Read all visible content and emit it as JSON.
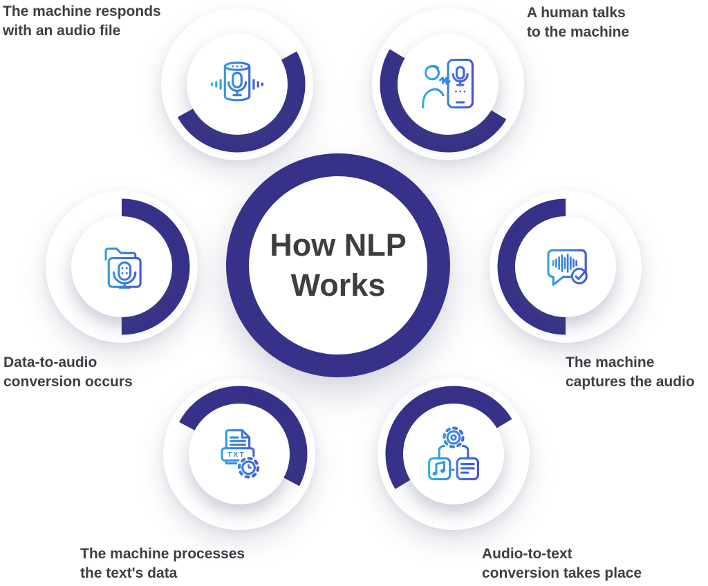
{
  "title": {
    "line1": "How NLP",
    "line2": "Works"
  },
  "colors": {
    "background": "#ffffff",
    "arc": "#373189",
    "center_ring": "#373189",
    "label_text": "#3F3E44",
    "title_text": "#3E3D42",
    "icon_gradient_start": "#2EB9E7",
    "icon_gradient_end": "#4447DC"
  },
  "icons": {
    "txt_label": "TXT"
  },
  "nodes": [
    {
      "position": "top-left",
      "icon": "smart-speaker-icon",
      "label": {
        "line1": "The machine responds",
        "line2": "with an audio file"
      }
    },
    {
      "position": "top-right",
      "icon": "human-talks-phone-icon",
      "label": {
        "line1": "A human talks",
        "line2": "to the machine"
      }
    },
    {
      "position": "middle-left",
      "icon": "folder-microphone-icon",
      "label": {
        "line1": "Data-to-audio",
        "line2": "conversion occurs"
      }
    },
    {
      "position": "middle-right",
      "icon": "speech-bubble-waveform-check-icon",
      "label": {
        "line1": "The machine",
        "line2": "captures the audio"
      }
    },
    {
      "position": "bottom-left",
      "icon": "txt-document-gear-icon",
      "label": {
        "line1": "The machine processes",
        "line2": "the text's data"
      }
    },
    {
      "position": "bottom-right",
      "icon": "audio-to-text-gear-icon",
      "label": {
        "line1": "Audio-to-text",
        "line2": "conversion takes place"
      }
    }
  ]
}
